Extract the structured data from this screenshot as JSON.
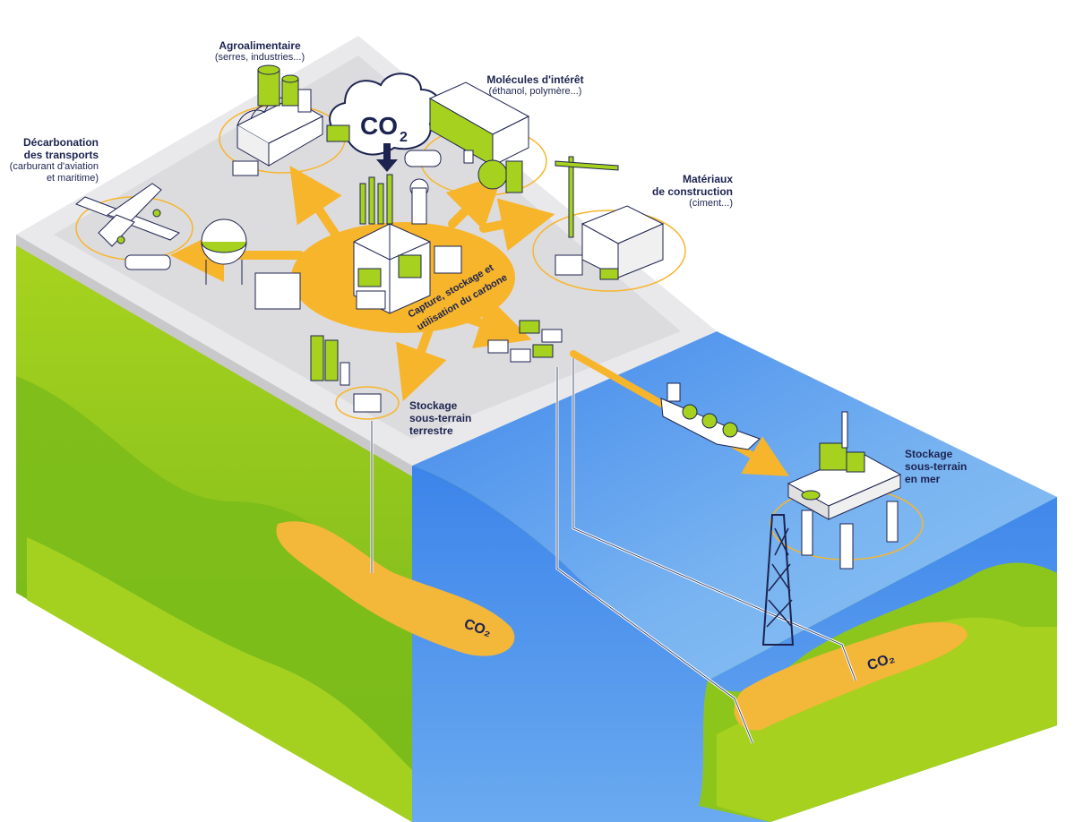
{
  "labels": {
    "agro": {
      "title": "Agroalimentaire",
      "sub": "(serres, industries...)"
    },
    "molecules": {
      "title": "Molécules d'intérêt",
      "sub": "(éthanol, polymère...)"
    },
    "transports": {
      "title_1": "Décarbonation",
      "title_2": "des transports",
      "sub_1": "(carburant d'aviation",
      "sub_2": "et maritime)"
    },
    "materiaux": {
      "title_1": "Matériaux",
      "title_2": "de construction",
      "sub": "(ciment...)"
    },
    "stockage_terre": {
      "line_1": "Stockage",
      "line_2": "sous-terrain",
      "line_3": "terrestre"
    },
    "stockage_mer": {
      "line_1": "Stockage",
      "line_2": "sous-terrain",
      "line_3": "en mer"
    },
    "hub": {
      "line_1": "Capture, stockage et",
      "line_2": "utilisation du carbone"
    },
    "co2_cloud": "CO",
    "co2_sub": "2",
    "co2_reservoir_land": "CO₂",
    "co2_reservoir_sea": "CO₂"
  },
  "colors": {
    "navy": "#1c2350",
    "orange": "#f7b52c",
    "lime": "#a6d11e",
    "green_dark": "#6cb21a",
    "sea_light": "#7fb8ee",
    "sea_dark": "#3a7ee8",
    "platform": "#e9e9eb",
    "sand": "#f3b73a"
  }
}
